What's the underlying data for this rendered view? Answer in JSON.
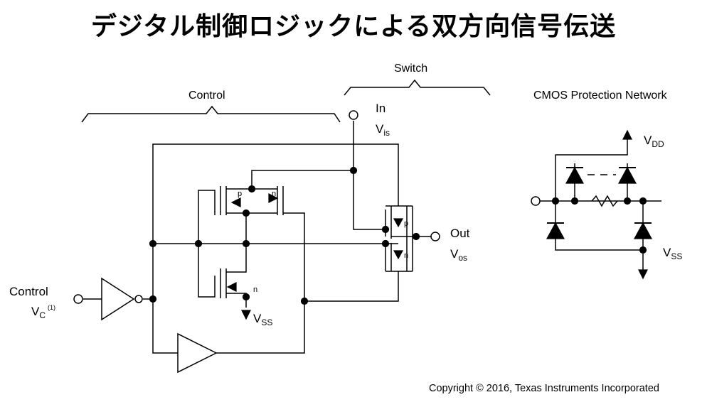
{
  "title": "デジタル制御ロジックによる双方向信号伝送",
  "labels": {
    "control": "Control",
    "switch": "Switch",
    "cmos": "CMOS Protection Network",
    "in": "In",
    "vis_main": "V",
    "vis_sub": "is",
    "out": "Out",
    "vos_main": "V",
    "vos_sub": "os",
    "control_in": "Control",
    "vc_main": "V",
    "vc_sub": "C",
    "vc_note": "(1)",
    "vss_main": "V",
    "vss_sub": "SS",
    "vdd_main": "V",
    "vdd_sub": "DD",
    "p": "p",
    "n": "n"
  },
  "copyright": "Copyright © 2016, Texas Instruments Incorporated"
}
